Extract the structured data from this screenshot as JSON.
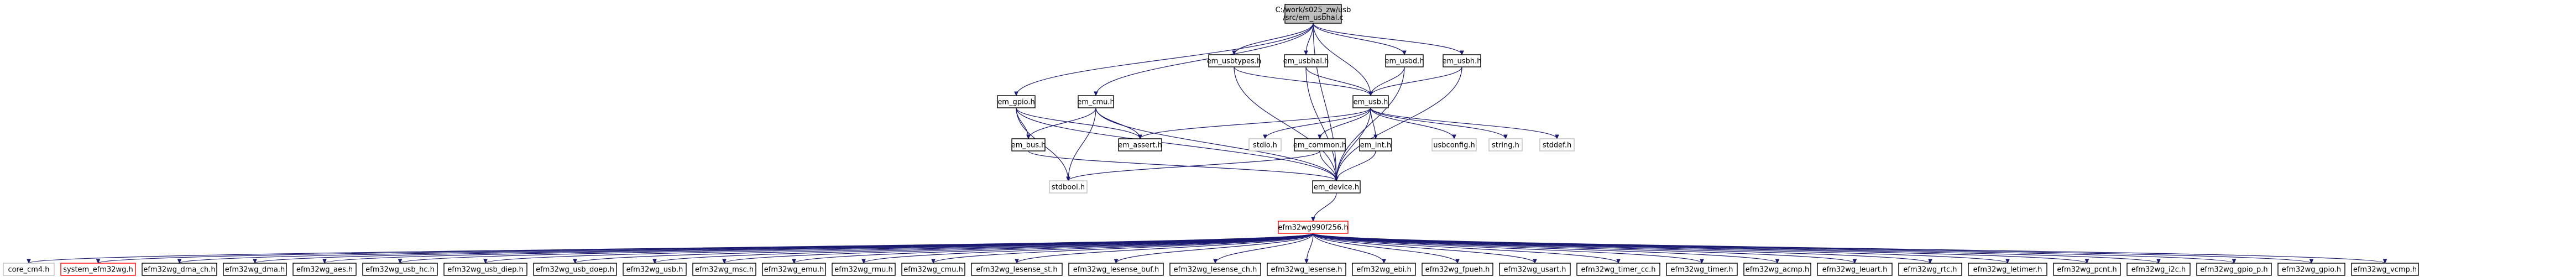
{
  "colors": {
    "edge": "#191970",
    "root_fill": "#bfbfbf",
    "node_border": "#000000",
    "missing_border": "#bfbfbf",
    "highlight_border": "#ff0000",
    "highlight_text": "#ff0000"
  },
  "root": {
    "id": "root",
    "line1": "C:/work/s025_zw/usb",
    "line2": "/src/em_usbhal.c"
  },
  "nodes": [
    {
      "id": "em_gpio",
      "label": "em_gpio.h"
    },
    {
      "id": "em_cmu",
      "label": "em_cmu.h"
    },
    {
      "id": "em_usbtypes",
      "label": "em_usbtypes.h"
    },
    {
      "id": "em_usbhal",
      "label": "em_usbhal.h"
    },
    {
      "id": "em_usbd",
      "label": "em_usbd.h"
    },
    {
      "id": "em_usbh",
      "label": "em_usbh.h"
    },
    {
      "id": "em_usb",
      "label": "em_usb.h"
    },
    {
      "id": "em_bus",
      "label": "em_bus.h"
    },
    {
      "id": "em_assert",
      "label": "em_assert.h"
    },
    {
      "id": "stdio",
      "label": "stdio.h",
      "missing": true
    },
    {
      "id": "em_common",
      "label": "em_common.h"
    },
    {
      "id": "em_int",
      "label": "em_int.h"
    },
    {
      "id": "usbconfig",
      "label": "usbconfig.h",
      "missing": true
    },
    {
      "id": "string",
      "label": "string.h",
      "missing": true
    },
    {
      "id": "stddef",
      "label": "stddef.h",
      "missing": true
    },
    {
      "id": "stdbool",
      "label": "stdbool.h",
      "missing": true
    },
    {
      "id": "em_device",
      "label": "em_device.h"
    },
    {
      "id": "efm32wg",
      "label": "efm32wg990f256.h",
      "highlight": true
    }
  ],
  "bottom_nodes": [
    {
      "id": "core_cm4",
      "label": "core_cm4.h",
      "missing": true
    },
    {
      "id": "system_efm32wg",
      "label": "system_efm32wg.h",
      "highlight": true
    },
    {
      "id": "dma_ch",
      "label": "efm32wg_dma_ch.h"
    },
    {
      "id": "dma",
      "label": "efm32wg_dma.h"
    },
    {
      "id": "aes",
      "label": "efm32wg_aes.h"
    },
    {
      "id": "usb_hc",
      "label": "efm32wg_usb_hc.h"
    },
    {
      "id": "usb_diep",
      "label": "efm32wg_usb_diep.h"
    },
    {
      "id": "usb_doep",
      "label": "efm32wg_usb_doep.h"
    },
    {
      "id": "usb",
      "label": "efm32wg_usb.h"
    },
    {
      "id": "msc",
      "label": "efm32wg_msc.h"
    },
    {
      "id": "emu",
      "label": "efm32wg_emu.h"
    },
    {
      "id": "rmu",
      "label": "efm32wg_rmu.h"
    },
    {
      "id": "cmu",
      "label": "efm32wg_cmu.h"
    },
    {
      "id": "lesense_st",
      "label": "efm32wg_lesense_st.h"
    },
    {
      "id": "lesense_buf",
      "label": "efm32wg_lesense_buf.h"
    },
    {
      "id": "lesense_ch",
      "label": "efm32wg_lesense_ch.h"
    },
    {
      "id": "lesense",
      "label": "efm32wg_lesense.h"
    },
    {
      "id": "ebi",
      "label": "efm32wg_ebi.h"
    },
    {
      "id": "fpueh",
      "label": "efm32wg_fpueh.h"
    },
    {
      "id": "usart",
      "label": "efm32wg_usart.h"
    },
    {
      "id": "timer_cc",
      "label": "efm32wg_timer_cc.h"
    },
    {
      "id": "timer",
      "label": "efm32wg_timer.h"
    },
    {
      "id": "acmp",
      "label": "efm32wg_acmp.h"
    },
    {
      "id": "leuart",
      "label": "efm32wg_leuart.h"
    },
    {
      "id": "rtc",
      "label": "efm32wg_rtc.h"
    },
    {
      "id": "letimer",
      "label": "efm32wg_letimer.h"
    },
    {
      "id": "pcnt",
      "label": "efm32wg_pcnt.h"
    },
    {
      "id": "i2c",
      "label": "efm32wg_i2c.h"
    },
    {
      "id": "gpio_p",
      "label": "efm32wg_gpio_p.h"
    },
    {
      "id": "gpio",
      "label": "efm32wg_gpio.h"
    },
    {
      "id": "vcmp",
      "label": "efm32wg_vcmp.h"
    }
  ],
  "edges": [
    [
      "root",
      "em_gpio"
    ],
    [
      "root",
      "em_cmu"
    ],
    [
      "root",
      "em_usbtypes"
    ],
    [
      "root",
      "em_usbhal"
    ],
    [
      "root",
      "em_usbd"
    ],
    [
      "root",
      "em_usbh"
    ],
    [
      "root",
      "em_usb"
    ],
    [
      "root",
      "em_device"
    ],
    [
      "em_gpio",
      "em_bus"
    ],
    [
      "em_gpio",
      "em_assert"
    ],
    [
      "em_gpio",
      "stdbool"
    ],
    [
      "em_gpio",
      "em_device"
    ],
    [
      "em_cmu",
      "em_bus"
    ],
    [
      "em_cmu",
      "em_assert"
    ],
    [
      "em_cmu",
      "stdbool"
    ],
    [
      "em_cmu",
      "em_device"
    ],
    [
      "em_usbtypes",
      "em_usb"
    ],
    [
      "em_usbtypes",
      "em_device"
    ],
    [
      "em_usbhal",
      "em_usb"
    ],
    [
      "em_usbhal",
      "em_device"
    ],
    [
      "em_usbd",
      "em_usb"
    ],
    [
      "em_usbd",
      "em_device"
    ],
    [
      "em_usbh",
      "em_usb"
    ],
    [
      "em_usbh",
      "em_device"
    ],
    [
      "em_usb",
      "em_assert"
    ],
    [
      "em_usb",
      "stdio"
    ],
    [
      "em_usb",
      "em_common"
    ],
    [
      "em_usb",
      "em_int"
    ],
    [
      "em_usb",
      "usbconfig"
    ],
    [
      "em_usb",
      "string"
    ],
    [
      "em_usb",
      "stddef"
    ],
    [
      "em_usb",
      "em_device"
    ],
    [
      "em_bus",
      "em_device"
    ],
    [
      "em_common",
      "stdbool"
    ],
    [
      "em_common",
      "em_device"
    ],
    [
      "em_int",
      "em_device"
    ],
    [
      "em_device",
      "efm32wg"
    ]
  ]
}
